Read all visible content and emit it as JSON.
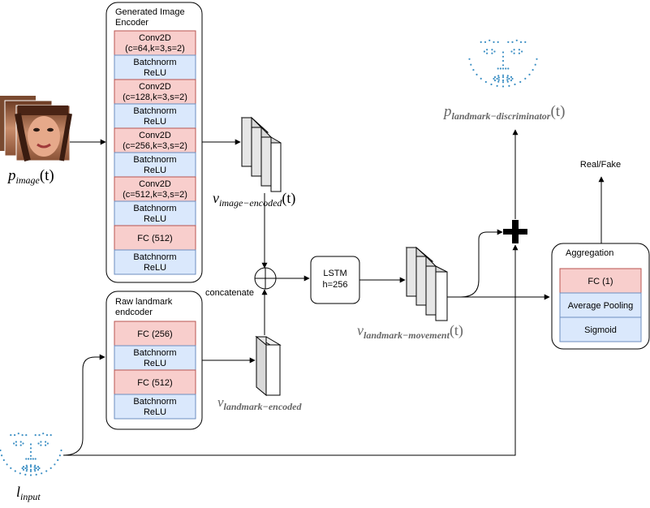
{
  "image_encoder": {
    "title_line1": "Generated Image",
    "title_line2": "Encoder",
    "layers": [
      {
        "l1": "Conv2D",
        "l2": "(c=64,k=3,s=2)",
        "kind": "conv"
      },
      {
        "l1": "Batchnorm",
        "l2": "ReLU",
        "kind": "norm"
      },
      {
        "l1": "Conv2D",
        "l2": "(c=128,k=3,s=2)",
        "kind": "conv"
      },
      {
        "l1": "Batchnorm",
        "l2": "ReLU",
        "kind": "norm"
      },
      {
        "l1": "Conv2D",
        "l2": "(c=256,k=3,s=2)",
        "kind": "conv"
      },
      {
        "l1": "Batchnorm",
        "l2": "ReLU",
        "kind": "norm"
      },
      {
        "l1": "Conv2D",
        "l2": "(c=512,k=3,s=2)",
        "kind": "conv"
      },
      {
        "l1": "Batchnorm",
        "l2": "ReLU",
        "kind": "norm"
      },
      {
        "l1": "FC (512)",
        "l2": "",
        "kind": "conv"
      },
      {
        "l1": "Batchnorm",
        "l2": "ReLU",
        "kind": "norm"
      }
    ]
  },
  "landmark_encoder": {
    "title_line1": "Raw landmark",
    "title_line2": "endcoder",
    "layers": [
      {
        "l1": "FC (256)",
        "l2": "",
        "kind": "conv"
      },
      {
        "l1": "Batchnorm",
        "l2": "ReLU",
        "kind": "norm"
      },
      {
        "l1": "FC (512)",
        "l2": "",
        "kind": "conv"
      },
      {
        "l1": "Batchnorm",
        "l2": "ReLU",
        "kind": "norm"
      }
    ]
  },
  "aggregation": {
    "title": "Aggregation",
    "layers": [
      {
        "l1": "FC (1)",
        "kind": "conv"
      },
      {
        "l1": "Average Pooling",
        "kind": "norm"
      },
      {
        "l1": "Sigmoid",
        "kind": "norm"
      }
    ]
  },
  "lstm": {
    "line1": "LSTM",
    "line2": "h=256"
  },
  "labels": {
    "concatenate": "concatenate",
    "real_fake": "Real/Fake"
  },
  "math": {
    "p_image": {
      "base": "p",
      "sub": "image",
      "arg": "(t)"
    },
    "v_image": {
      "base": "v",
      "sub": "image−encoded",
      "arg": "(t)"
    },
    "v_landmark_enc": {
      "base": "v",
      "sub": "landmark−encoded",
      "arg": ""
    },
    "v_landmark_mov": {
      "base": "v",
      "sub": "landmark−movement",
      "arg": "(t)"
    },
    "p_landmark_disc": {
      "base": "p",
      "sub": "landmark−discriminator",
      "arg": "(t)"
    },
    "l_input": {
      "base": "l",
      "sub": "input",
      "arg": ""
    }
  },
  "colors": {
    "conv_fill": "#f8cecc",
    "conv_stroke": "#b85450",
    "norm_fill": "#dae8fc",
    "norm_stroke": "#6c8ebf",
    "landmark_dots": "#3c8fc4"
  }
}
